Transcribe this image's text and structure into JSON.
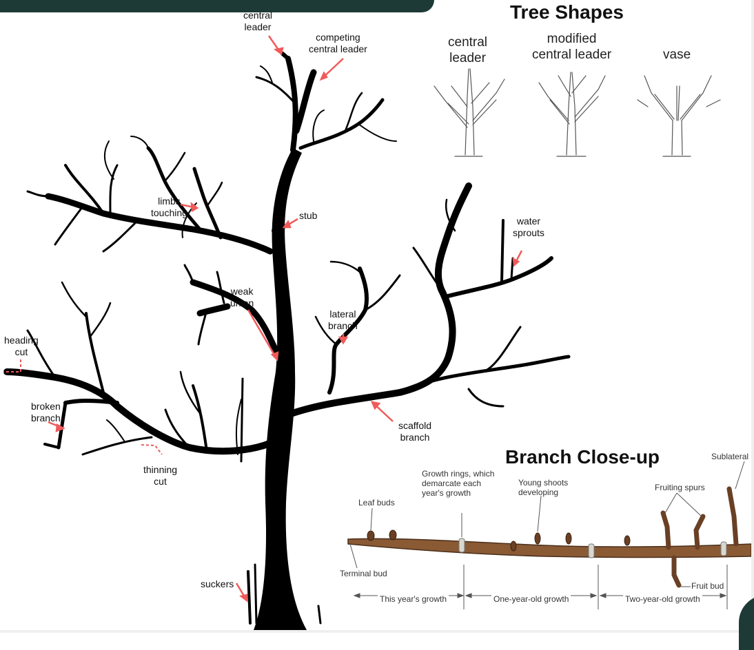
{
  "header": {
    "color": "#1d3a36"
  },
  "tree_labels": {
    "central_leader": [
      "central",
      "leader"
    ],
    "competing_central_leader": [
      "competing",
      "central leader"
    ],
    "limbs_touching": [
      "limbs",
      "touching"
    ],
    "stub": "stub",
    "water_sprouts": [
      "water",
      "sprouts"
    ],
    "weak_union": [
      "weak",
      "union"
    ],
    "lateral_branch": [
      "lateral",
      "branch"
    ],
    "heading_cut": [
      "heading",
      "cut"
    ],
    "broken_branch": [
      "broken",
      "branch"
    ],
    "thinning_cut": [
      "thinning",
      "cut"
    ],
    "scaffold_branch": [
      "scaffold",
      "branch"
    ],
    "suckers": "suckers"
  },
  "tree_shapes": {
    "title": "Tree Shapes",
    "shapes": [
      {
        "label": [
          "central",
          "leader"
        ]
      },
      {
        "label": [
          "modified",
          "central leader"
        ]
      },
      {
        "label": [
          "vase",
          ""
        ]
      }
    ]
  },
  "branch_closeup": {
    "title": "Branch Close-up",
    "labels": {
      "growth_rings": [
        "Growth rings, which",
        "demarcate each",
        "year's growth"
      ],
      "young_shoots": [
        "Young shoots",
        "developing"
      ],
      "fruiting_spurs": "Fruiting spurs",
      "sublateral": "Sublateral",
      "leaf_buds": "Leaf buds",
      "terminal_bud": "Terminal bud",
      "fruit_bud": "Fruit bud"
    },
    "growth_segments": [
      "This year's growth",
      "One-year-old growth",
      "Two-year-old growth"
    ]
  },
  "colors": {
    "arrow": "#f05a5a",
    "tree": "#000000",
    "branch": "#7a4a2a"
  }
}
